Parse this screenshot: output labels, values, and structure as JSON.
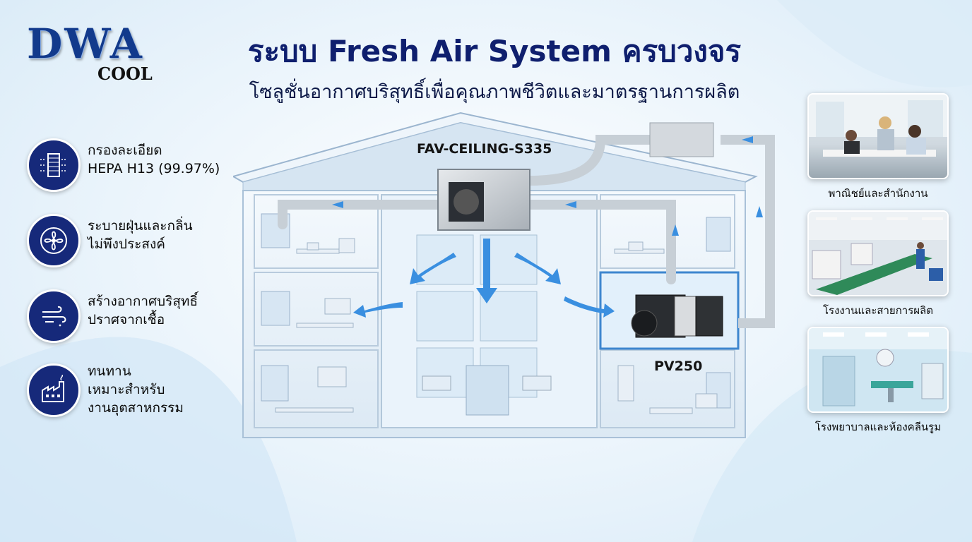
{
  "logo": {
    "main": "DWA",
    "sub": "COOL"
  },
  "title": "ระบบ Fresh Air System ครบวงจร",
  "subtitle": "โซลูชั่นอากาศบริสุทธิ์เพื่อคุณภาพชีวิตและมาตรฐานการผลิต",
  "features": [
    {
      "icon": "hepa-filter-icon",
      "line1": "กรองละเอียด",
      "line2": "HEPA H13 (99.97%)",
      "line3": ""
    },
    {
      "icon": "fan-icon",
      "line1": "ระบายฝุ่นและกลิ่น",
      "line2": "ไม่พึงประสงค์",
      "line3": ""
    },
    {
      "icon": "wind-icon",
      "line1": "สร้างอากาศบริสุทธิ์",
      "line2": "ปราศจากเชื้อ",
      "line3": ""
    },
    {
      "icon": "factory-icon",
      "line1": "ทนทาน",
      "line2": "เหมาะสำหรับ",
      "line3": "งานอุตสาหกรรม"
    }
  ],
  "products": {
    "ceiling_unit": "FAV-CEILING-S335",
    "inline_unit": "PV250"
  },
  "applications": [
    {
      "icon": "office-photo",
      "label": "พาณิชย์และสำนักงาน"
    },
    {
      "icon": "factory-line-photo",
      "label": "โรงงานและสายการผลิต"
    },
    {
      "icon": "hospital-room-photo",
      "label": "โรงพยาบาลและห้องคลีนรูม"
    }
  ],
  "colors": {
    "navy": "#16297a",
    "title": "#0f1f6e",
    "duct_arrow": "#3a8fe0",
    "background": "#e6f2fb"
  }
}
